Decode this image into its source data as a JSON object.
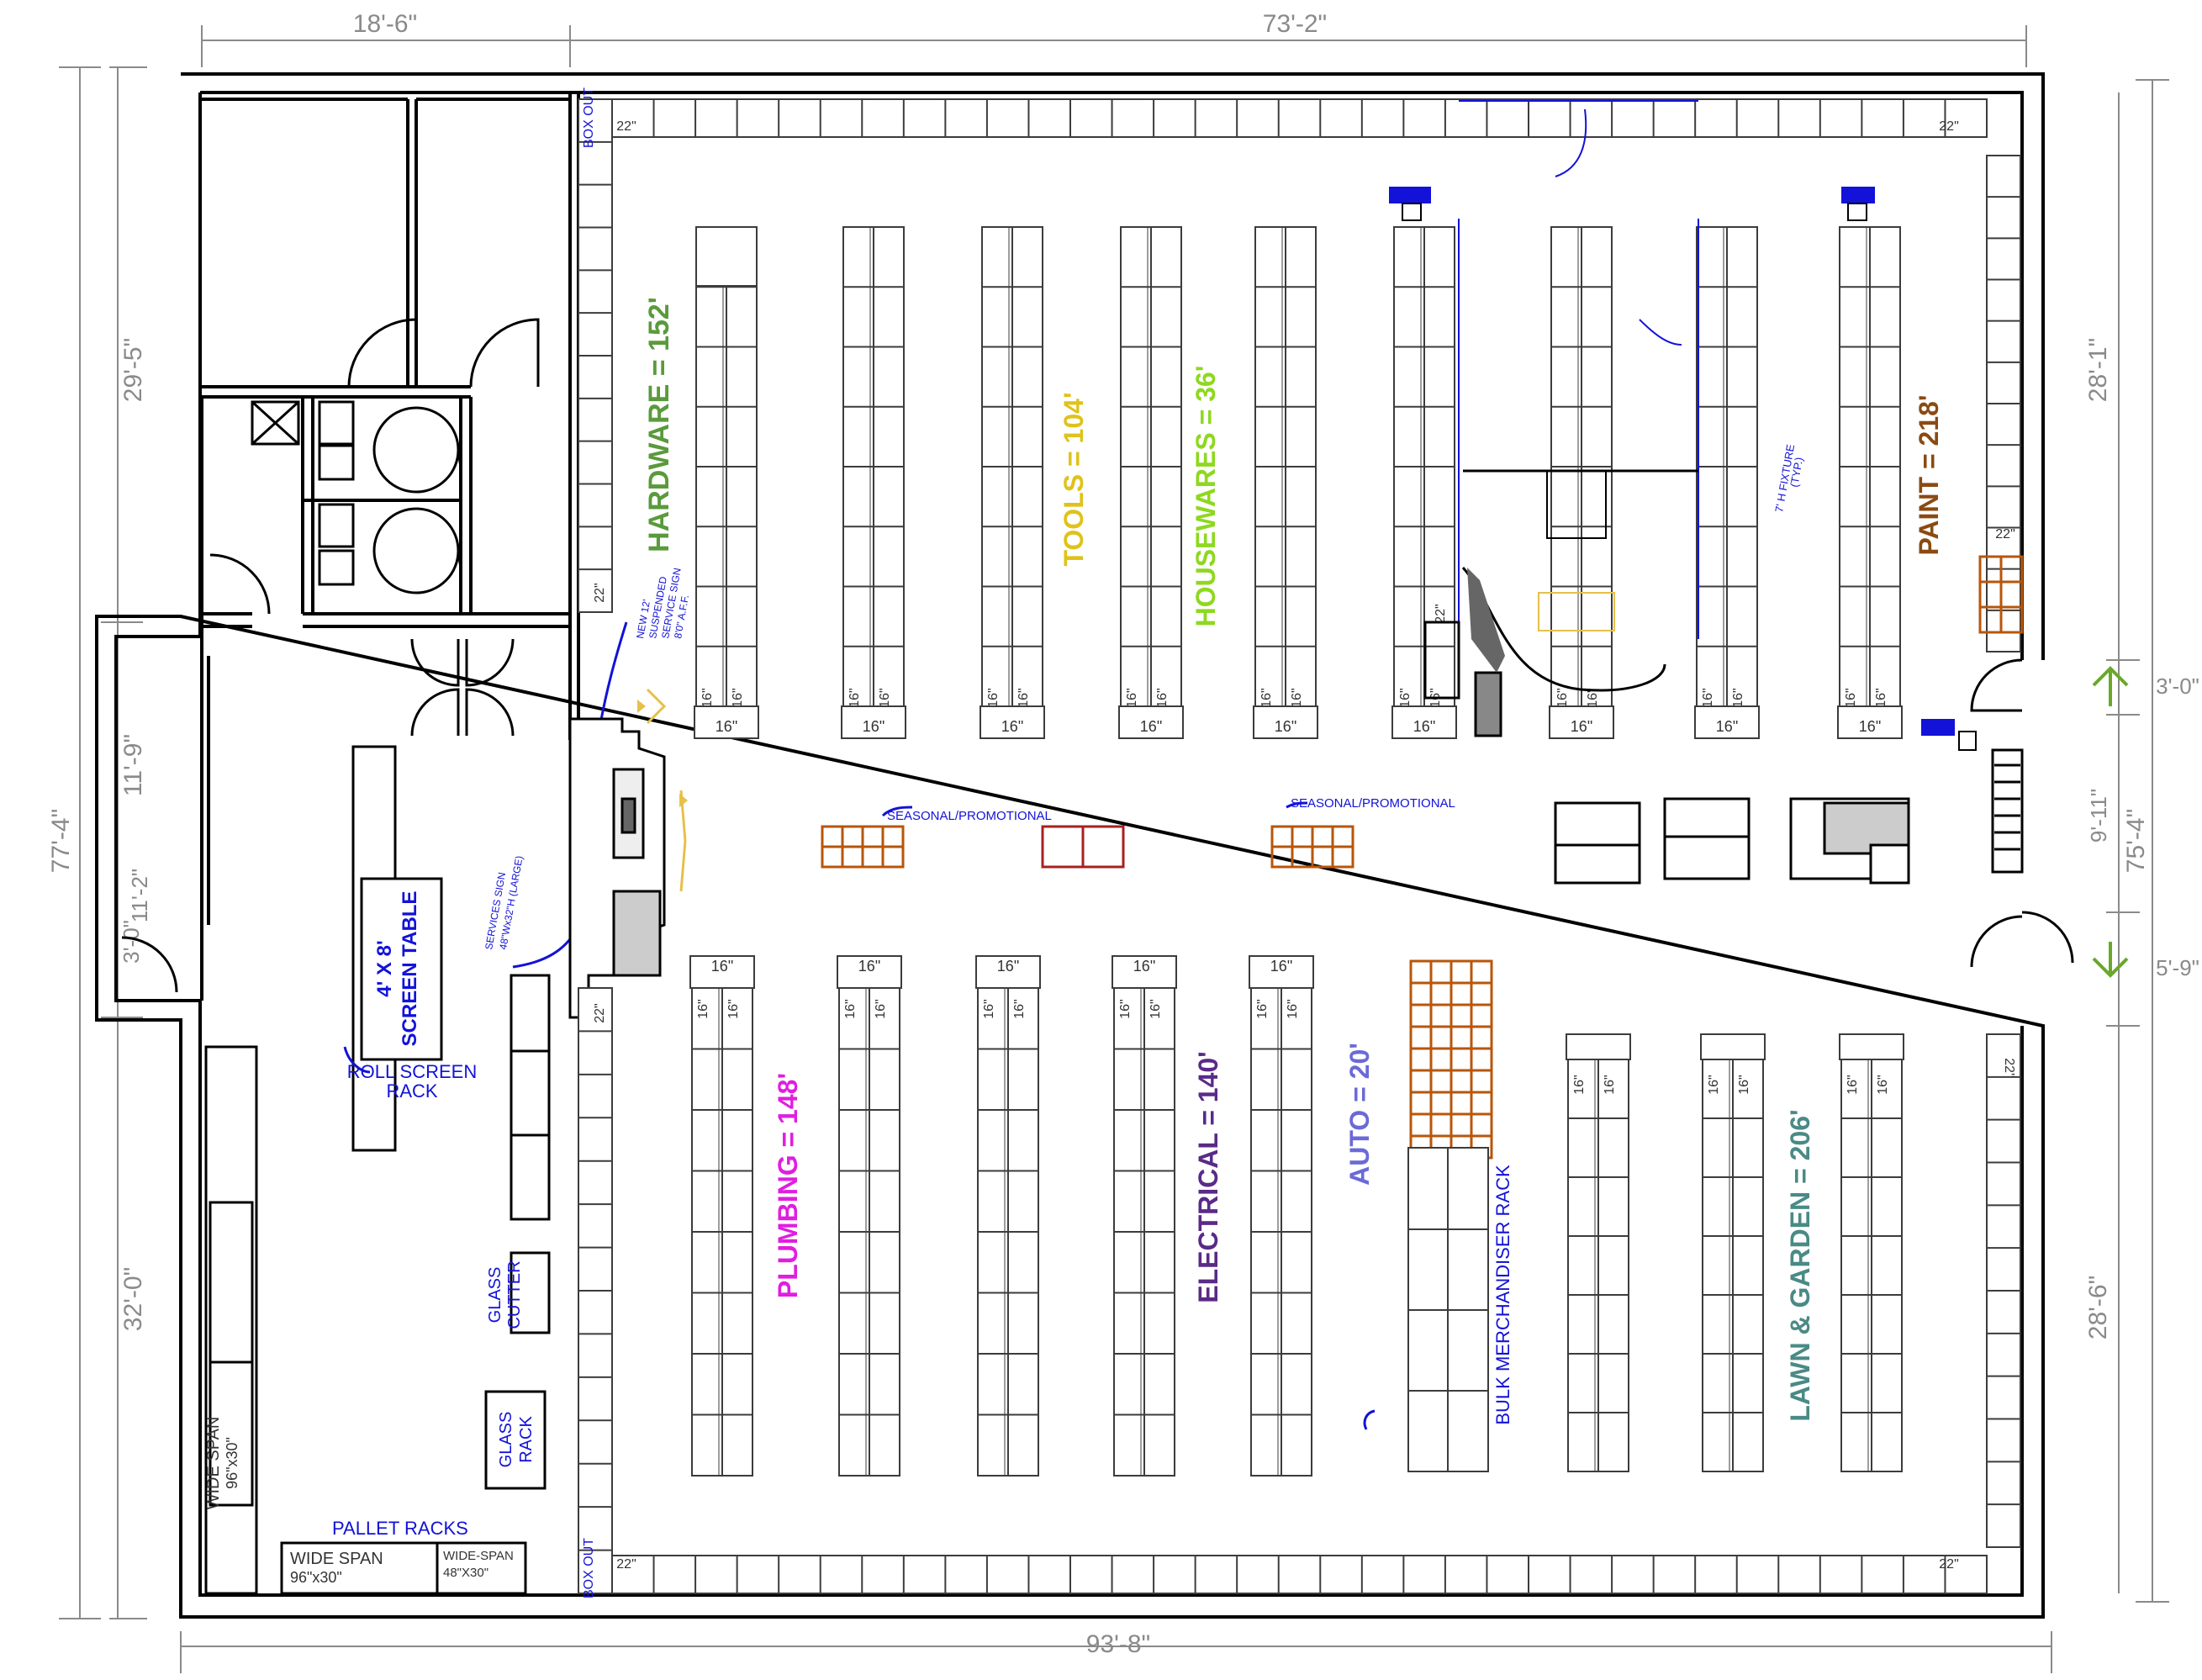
{
  "dimensions": {
    "top_left": "18'-6\"",
    "top_right": "73'-2\"",
    "bottom": "93'-8\"",
    "left_overall": "77'-4\"",
    "left_upper": "29'-5\"",
    "left_lower": "32'-0\"",
    "left_door": "11'-9\"",
    "left_small": "3'-0\"",
    "left_small2": "11'-2\"",
    "right_upper": "28'-1\"",
    "right_overall": "75'-4\"",
    "right_lower": "28'-6\"",
    "right_door1": "3'-0\"",
    "right_door2": "9'-11\"",
    "right_door3": "5'-9\""
  },
  "departments": {
    "hardware": "HARDWARE = 152'",
    "tools": "TOOLS = 104'",
    "housewares": "HOUSEWARES = 36'",
    "paint": "PAINT = 218'",
    "plumbing": "PLUMBING = 148'",
    "electrical": "ELECTRICAL = 140'",
    "auto": "AUTO = 20'",
    "lawn_garden": "LAWN & GARDEN = 206'"
  },
  "dept_colors": {
    "hardware": "#5a9a3c",
    "tools": "#e0c21a",
    "housewares": "#8ed81f",
    "paint": "#8a4a12",
    "plumbing": "#e01ee0",
    "electrical": "#5a2a88",
    "auto": "#6a6ad8",
    "lawn_garden": "#4a8a86"
  },
  "annotations": {
    "seasonal_1": "SEASONAL/PROMOTIONAL",
    "seasonal_2": "SEASONAL/PROMOTIONAL",
    "screen_table_1": "4' X 8'",
    "screen_table_2": "SCREEN TABLE",
    "roll_screen_1": "ROLL SCREEN",
    "roll_screen_2": "RACK",
    "glass_cutter_1": "GLASS",
    "glass_cutter_2": "CUTTER",
    "glass_rack_1": "GLASS",
    "glass_rack_2": "RACK",
    "pallet_racks": "PALLET RACKS",
    "wide_span_1a": "WIDE SPAN",
    "wide_span_1b": "96\"x30\"",
    "wide_span_2a": "WIDE SPAN",
    "wide_span_2b": "96\"x30\"",
    "wide_span_3a": "WIDE-SPAN",
    "wide_span_3b": "48\"X30\"",
    "bulk_merch": "BULK MERCHANDISER RACK",
    "service_sign_1": "NEW 12'",
    "service_sign_2": "SUSPENDED",
    "service_sign_3": "SERVICE SIGN",
    "service_sign_4": "8'0\" A.F.F.",
    "services_sign_1": "SERVICES SIGN",
    "services_sign_2": "48\"Wx32\"H (LARGE)",
    "fixture_1": "7' H FIXTURE",
    "fixture_2": "(TYP.)",
    "box_out": "BOX OUT"
  },
  "labels": {
    "w22": "22\"",
    "w16": "16\""
  },
  "colors": {
    "wall": "#000000",
    "fixture": "#3c3c3c",
    "dimension": "#8a8a8a",
    "annotation_blue": "#1212d8",
    "display_orange": "#b8560a",
    "display_red": "#a82020",
    "arrow_green": "#6aa82a",
    "cone_yellow": "#e6c04a"
  }
}
